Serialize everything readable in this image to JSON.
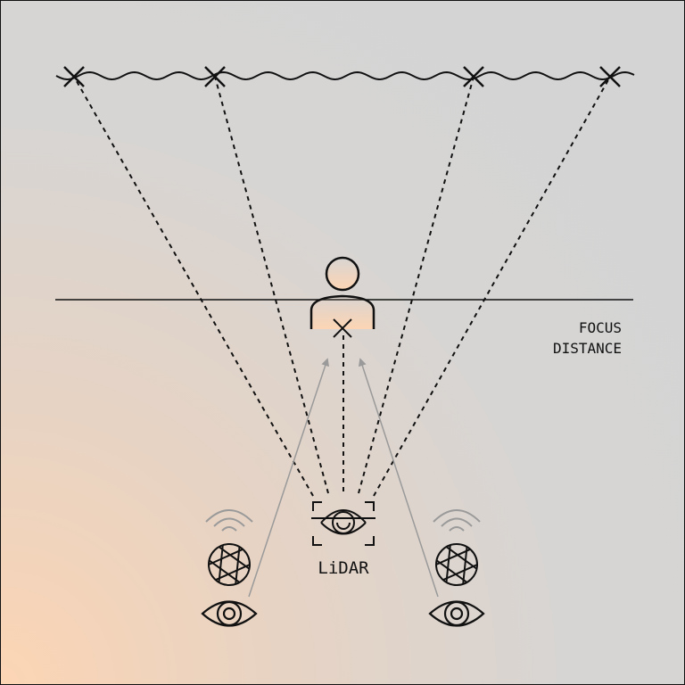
{
  "labels": {
    "focus_line1": "FOCUS",
    "focus_line2": "DISTANCE",
    "lidar": "LiDAR"
  },
  "colors": {
    "background": "#d4d4d4",
    "accent": "#fcd5b4",
    "ink": "#111111",
    "arrow": "#9a9a9a"
  }
}
